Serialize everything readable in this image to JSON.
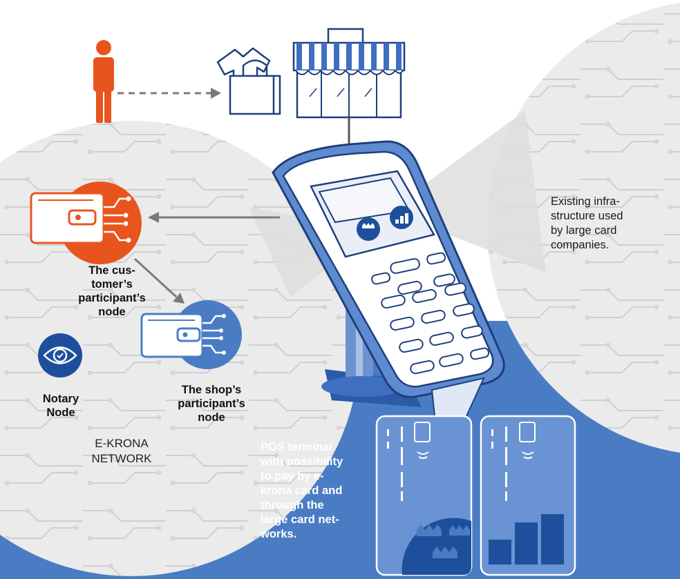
{
  "labels": {
    "customer_node": [
      "The cus-",
      "tomer’s",
      "participant’s",
      "node"
    ],
    "shop_node": [
      "The shop’s",
      "participant’s",
      "node"
    ],
    "notary_node": [
      "Notary",
      "Node"
    ],
    "network": [
      "E-KRONA",
      "NETWORK"
    ],
    "infrastructure": [
      "Existing infra-",
      "structure used",
      "by large card",
      "companies."
    ],
    "pos_terminal": [
      "POS terminal",
      "with possibility",
      "to pay by e-",
      "krona card and",
      "through the",
      "large card net-",
      "works."
    ]
  },
  "icons": {
    "customer": "person-icon",
    "goods": "shopping-bag-icon",
    "shop": "shop-awning-icon",
    "terminal": "pos-terminal-icon",
    "customer_wallet": "wallet-icon",
    "shop_wallet": "wallet-icon",
    "notary": "eye-check-icon",
    "ekrona_card": "e-krona-card-icon",
    "bank_card": "bank-card-icon",
    "crowns": "three-crowns-icon",
    "bars": "bar-logo-icon"
  },
  "colors": {
    "accent_orange": "#e8541e",
    "brand_blue": "#4a7cc4",
    "dark_blue": "#1d4f9c",
    "light_gray": "#ebebeb",
    "line_blue": "#233f7a"
  }
}
